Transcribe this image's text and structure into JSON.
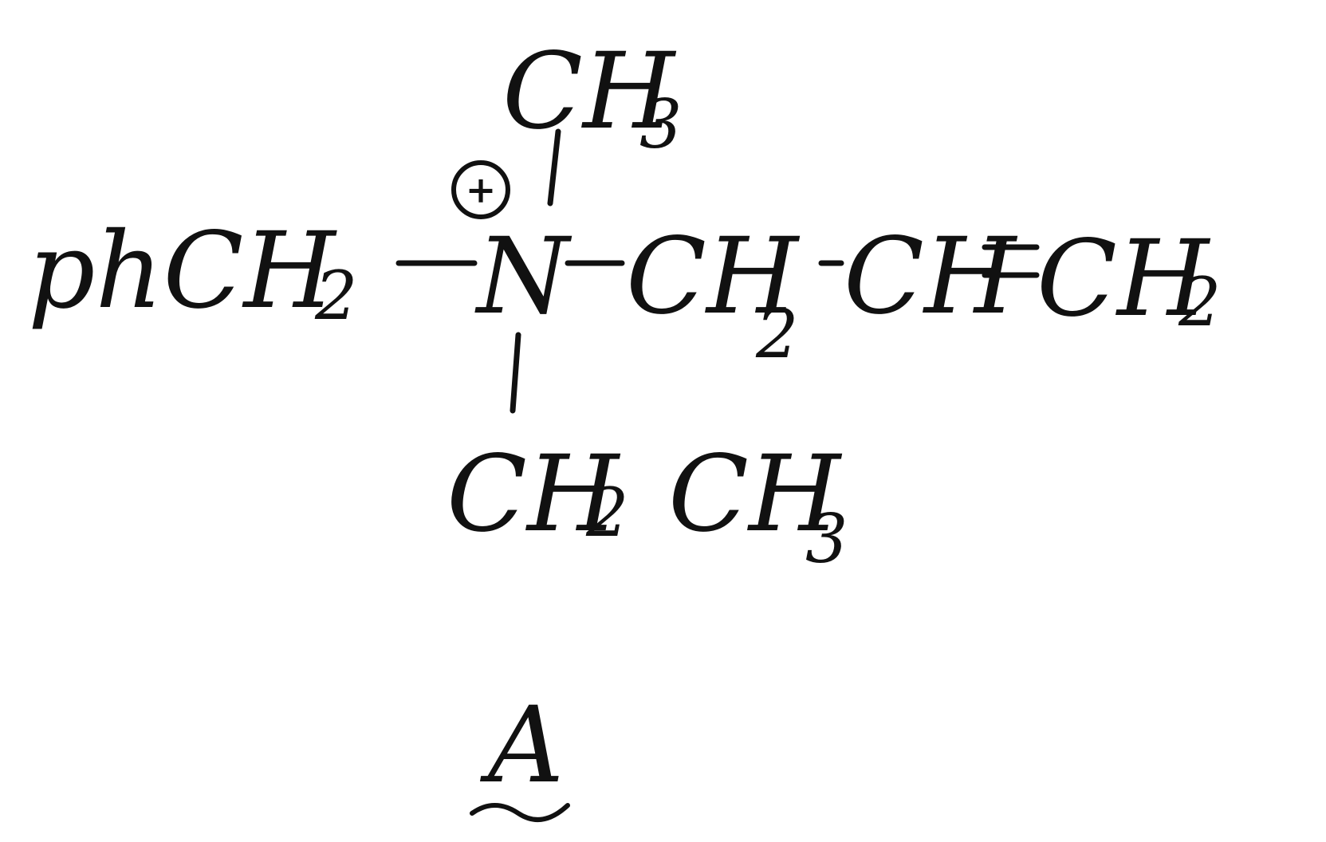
{
  "structure": {
    "top_group": "CH",
    "top_group_subscript": "3",
    "left_group": "phCH",
    "left_group_subscript": "2",
    "center_atom": "N",
    "charge": "+",
    "right_group_1": "CH",
    "right_group_1_subscript": "2",
    "right_group_2": "CH",
    "double_bond": "=",
    "right_group_3": "CH",
    "right_group_3_subscript": "2",
    "bottom_group_1": "CH",
    "bottom_group_1_subscript": "2",
    "bottom_group_2": "CH",
    "bottom_group_2_subscript": "3",
    "compound_label": "A"
  },
  "colors": {
    "ink": "#111111",
    "background": "#ffffff"
  }
}
